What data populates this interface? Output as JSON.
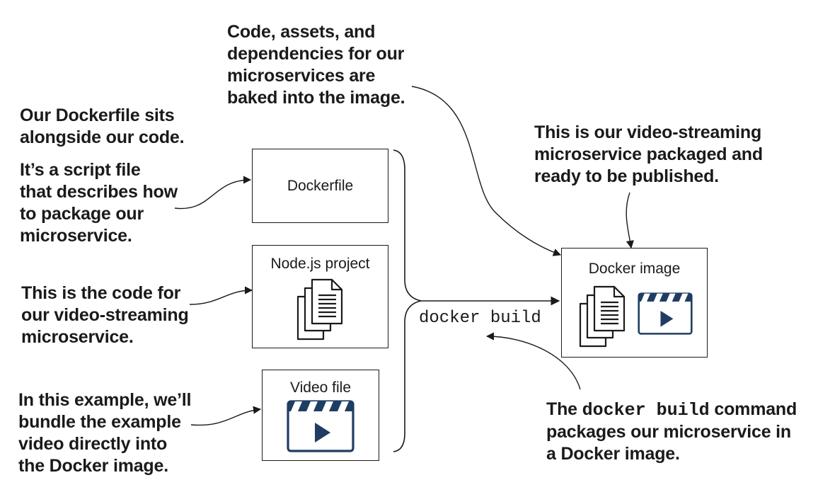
{
  "annotations": {
    "baked": {
      "lines": [
        "Code, assets, and",
        "dependencies for our",
        "microservices are",
        "baked into the image."
      ]
    },
    "dockerfile_location": {
      "lines": [
        "Our Dockerfile sits",
        "alongside our code."
      ]
    },
    "script_file": {
      "lines": [
        "It’s a script file",
        "that describes how",
        "to package our",
        "microservice."
      ]
    },
    "code": {
      "lines": [
        "This is the code for",
        "our video-streaming",
        "microservice."
      ]
    },
    "bundle_video": {
      "lines": [
        "In this example, we’ll",
        "bundle the example",
        "video directly into",
        "the Docker image."
      ]
    },
    "packaged": {
      "lines": [
        "This is our video-streaming",
        "microservice packaged and",
        "ready to be published."
      ]
    },
    "build_command": {
      "prefix": "The",
      "code": "docker build",
      "suffix": "command",
      "lines": [
        "packages our microservice in",
        "a Docker image."
      ]
    }
  },
  "boxes": {
    "dockerfile": {
      "label": "Dockerfile"
    },
    "nodejs_project": {
      "label": "Node.js project",
      "icon": "documents-icon"
    },
    "video_file": {
      "label": "Video file",
      "icon": "video-clapper-icon"
    },
    "docker_image": {
      "label": "Docker image",
      "icons": [
        "documents-icon",
        "video-clapper-icon"
      ]
    }
  },
  "command": {
    "label": "docker build"
  },
  "colors": {
    "ink": "#1a1a1a",
    "video_icon": "#1f3d63",
    "video_stripe": "#ffffff"
  }
}
